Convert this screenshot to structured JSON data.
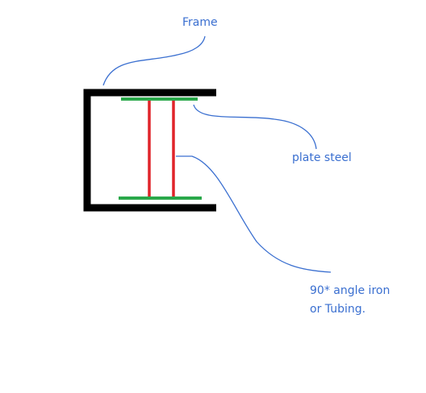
{
  "labels": {
    "frame": "Frame",
    "plate_steel": "plate steel",
    "angle_line1": "90* angle iron",
    "angle_line2": "or Tubing."
  },
  "colors": {
    "frame": "#000000",
    "plate": "#2aa84a",
    "support": "#e0242a",
    "leader": "#3a6fd0",
    "background": "#ffffff"
  }
}
